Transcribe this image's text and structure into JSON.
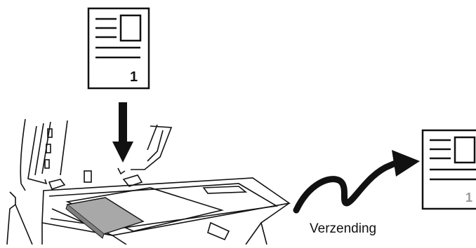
{
  "original": {
    "page_number": "1"
  },
  "received": {
    "page_number": "1"
  },
  "caption": {
    "text": "Verzending"
  },
  "colors": {
    "ink": "#111111",
    "document_on_glass": "#a8a8a8",
    "paper": "#ffffff",
    "faded_number": "#9a9a9a"
  },
  "icons": {
    "original": "document-page-icon",
    "down_arrow": "arrow-down-icon",
    "scanner": "scanner-glass-icon",
    "transmission": "zigzag-transmission-arrow-icon",
    "received": "received-document-icon"
  }
}
